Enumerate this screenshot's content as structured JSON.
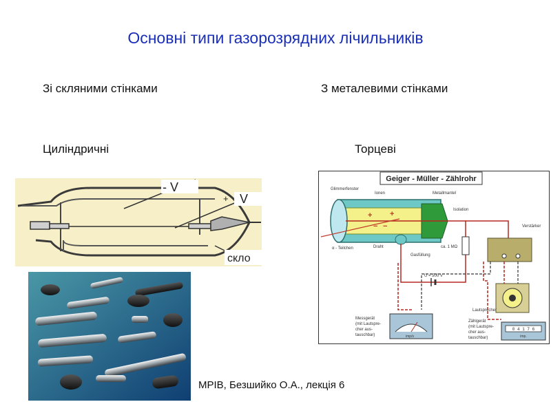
{
  "slide": {
    "title": "Основні типи газорозрядних лічильників",
    "left_heading": "Зі скляними стінками",
    "right_heading": "З металевими стінками",
    "left_subheading": "Циліндричні",
    "right_subheading": "Торцеві",
    "footer": "МРІВ, Безшийко О.А., лекція 6"
  },
  "glass_tube_diagram": {
    "voltage_minus_label": "- V",
    "voltage_plus_sign": "+",
    "voltage_plus_label": "V",
    "material_label": "скло"
  },
  "geiger_diagram": {
    "title": "Geiger - Müller - Zählrohr",
    "window_label": "Glimmerfenster",
    "ions_label": "Ionen",
    "metal_jacket_label": "Metallmantel",
    "isolation_label": "Isolation",
    "amplifier_label": "Verstärker",
    "alpha_particle_label": "α - Teilchen",
    "wire_label": "Draht",
    "gas_label": "Gasfüllung",
    "resistor_label": "ca. 1 MΩ",
    "voltage_label": "U = 500 V",
    "speaker_label": "Lautsprecher",
    "meter_label_lines": [
      "Messgerät",
      "(mit Lautspre-",
      "cher aus-",
      "tauschbar)"
    ],
    "meter_unit": "imp/s",
    "counter_label_lines": [
      "Zählgerät",
      "(mit Lautspre-",
      "cher aus-",
      "tauschbar)"
    ],
    "counter_digits": "0 4 1 7 6",
    "counter_unit": "imp."
  },
  "colors": {
    "title": "#1a2fb8",
    "glass_panel": "#f7efc8",
    "tube_body": "#6ec9c6",
    "gas_fill": "#f4f08a",
    "wire_red": "#b5261e",
    "device_olive": "#b8ad6a"
  }
}
